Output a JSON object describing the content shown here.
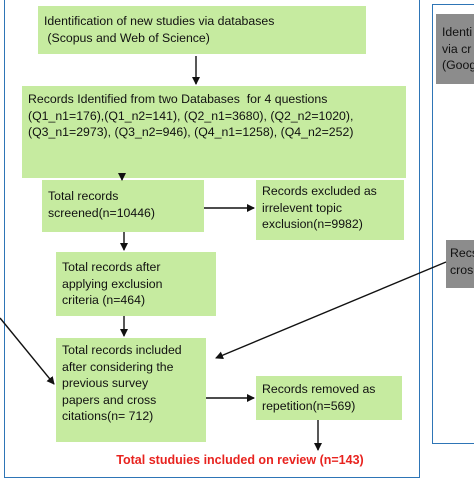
{
  "colors": {
    "box_fill": "#c6eba0",
    "gray_fill": "#8c8c8c",
    "frame_border": "#2e75b6",
    "arrow": "#111111",
    "final_text": "#e8231f"
  },
  "boxes": {
    "identification": "Identification of new studies via databases\n (Scopus and Web of Science)",
    "records_identified": "Records Identified from two Databases  for 4 questions\n(Q1_n1=176),(Q1_n2=141), (Q2_n1=3680), (Q2_n2=1020),\n(Q3_n1=2973), (Q3_n2=946), (Q4_n1=1258), (Q4_n2=252)",
    "screened": "Total records\nscreened(n=10446)",
    "excluded": "Records excluded as\nirrelevent topic\nexclusion(n=9982)",
    "after_exclusion": "Total records after\napplying exclusion\ncriteria (n=464)",
    "included": "Total records included\nafter considering the\nprevious survey\npapers and cross\ncitations(n= 712)",
    "removed": "Records removed as\nrepetition(n=569)",
    "right_ident": "Identi\nvia cr\n(Goog",
    "right_recs": "Recs\ncros"
  },
  "final": "Total studuies included on review (n=143)"
}
